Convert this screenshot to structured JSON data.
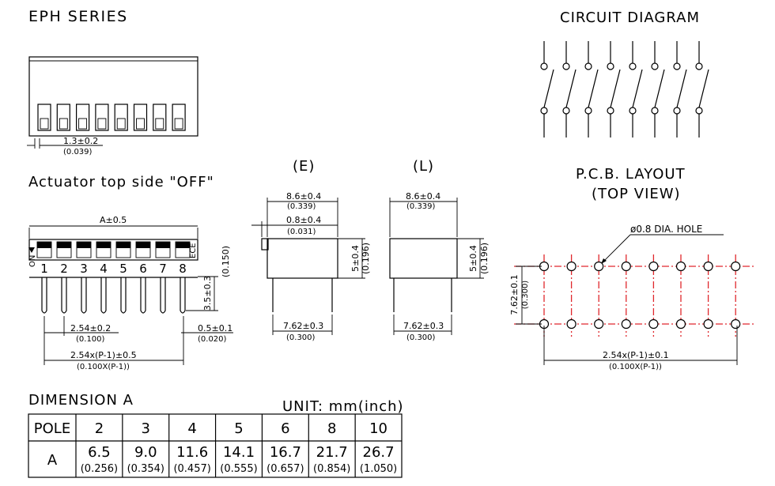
{
  "title": "EPH SERIES",
  "circuit": {
    "title": "CIRCUIT DIAGRAM"
  },
  "side_view": {
    "dim": "1.3±0.2",
    "dim_inch": "(0.039)"
  },
  "front_view": {
    "caption": "Actuator top side \"OFF\"",
    "a_dim": "A±0.5",
    "on_label": "ON",
    "ece_label": "ECE",
    "numbers": [
      "1",
      "2",
      "3",
      "4",
      "5",
      "6",
      "7",
      "8"
    ],
    "height_dim": "3.5±0.3",
    "height_inch": "(0.150)",
    "pitch_dim": "2.54±0.2",
    "pitch_inch": "(0.100)",
    "pin_dim": "0.5±0.1",
    "pin_inch": "(0.020)",
    "span_dim": "2.54x(P-1)±0.5",
    "span_inch": "(0.100X(P-1))"
  },
  "view_e": {
    "label": "(E)",
    "width_dim": "8.6±0.4",
    "width_inch": "(0.339)",
    "act_dim": "0.8±0.4",
    "act_inch": "(0.031)",
    "height_dim": "5±0.4",
    "height_inch": "(0.196)",
    "row_dim": "7.62±0.3",
    "row_inch": "(0.300)"
  },
  "view_l": {
    "label": "(L)",
    "width_dim": "8.6±0.4",
    "width_inch": "(0.339)",
    "height_dim": "5±0.4",
    "height_inch": "(0.196)",
    "row_dim": "7.62±0.3",
    "row_inch": "(0.300)"
  },
  "pcb": {
    "title_line1": "P.C.B. LAYOUT",
    "title_line2": "(TOP VIEW)",
    "hole_label": "ø0.8 DIA. HOLE",
    "row_dim": "7.62±0.1",
    "row_inch": "(0.300)",
    "span_dim": "2.54x(P-1)±0.1",
    "span_inch": "(0.100X(P-1))",
    "grid_color": "#e0282d"
  },
  "dimension_table": {
    "title": "DIMENSION A",
    "unit": "UNIT: mm(inch)",
    "header_label": "POLE",
    "row_label": "A",
    "poles": [
      "2",
      "3",
      "4",
      "5",
      "6",
      "8",
      "10"
    ],
    "mm": [
      "6.5",
      "9.0",
      "11.6",
      "14.1",
      "16.7",
      "21.7",
      "26.7"
    ],
    "inch": [
      "(0.256)",
      "(0.354)",
      "(0.457)",
      "(0.555)",
      "(0.657)",
      "(0.854)",
      "(1.050)"
    ]
  }
}
